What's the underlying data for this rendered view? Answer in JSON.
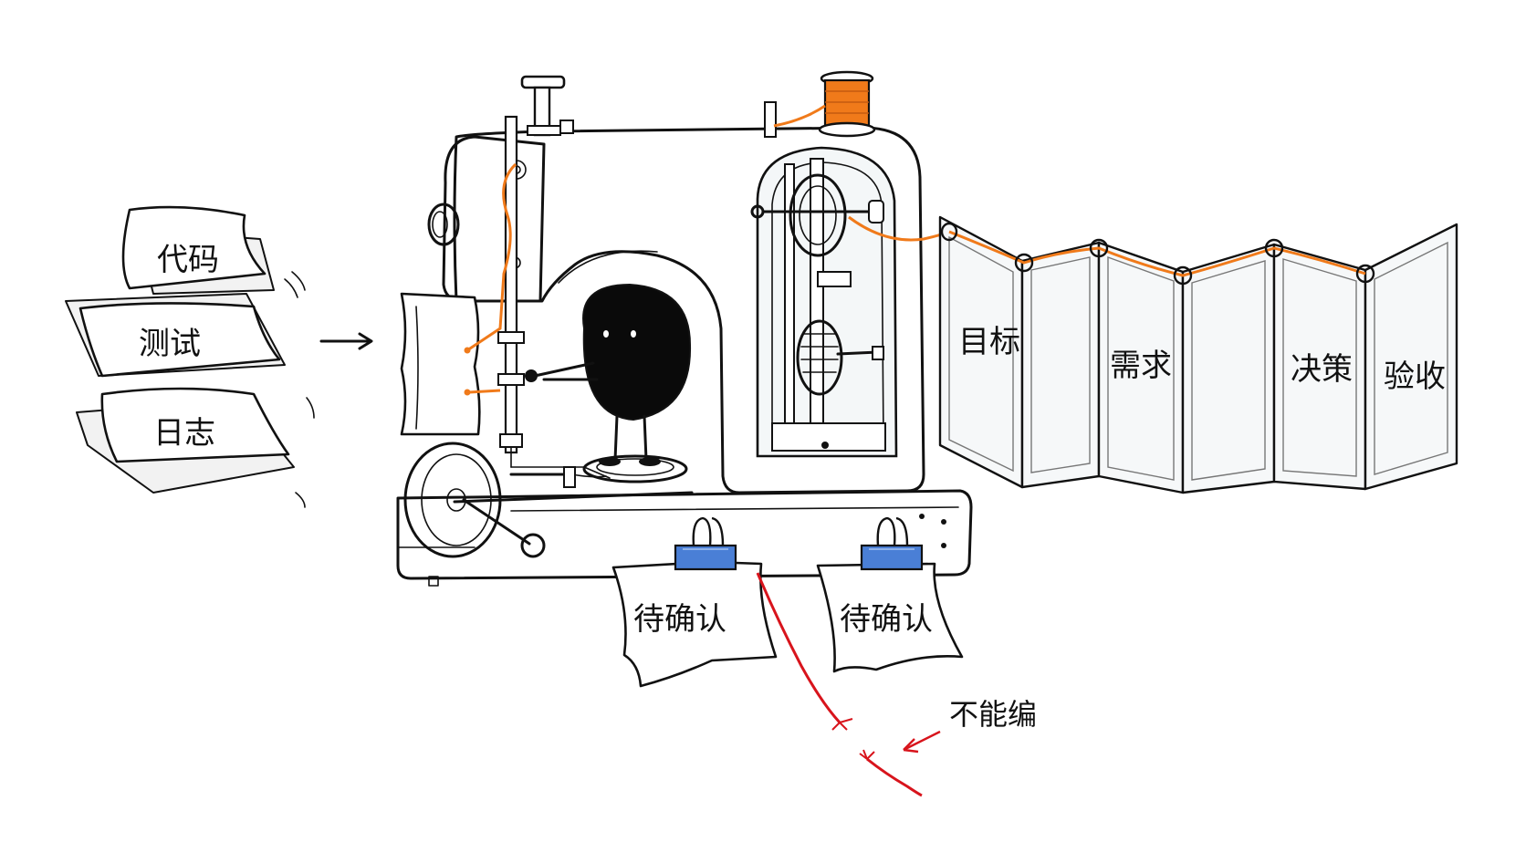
{
  "input_papers": [
    {
      "label": "代码"
    },
    {
      "label": "测试"
    },
    {
      "label": "日志"
    }
  ],
  "screen_panels": [
    {
      "label": "目标"
    },
    {
      "label": "需求"
    },
    {
      "label": "决策"
    },
    {
      "label": "验收"
    }
  ],
  "clipped_tags": [
    {
      "label": "待确认"
    },
    {
      "label": "待确认"
    }
  ],
  "callout": {
    "label": "不能编"
  },
  "colors": {
    "thread": "#f07a1a",
    "broken_thread": "#d8141c",
    "clip": "#4a7fd6",
    "ink": "#111111"
  }
}
